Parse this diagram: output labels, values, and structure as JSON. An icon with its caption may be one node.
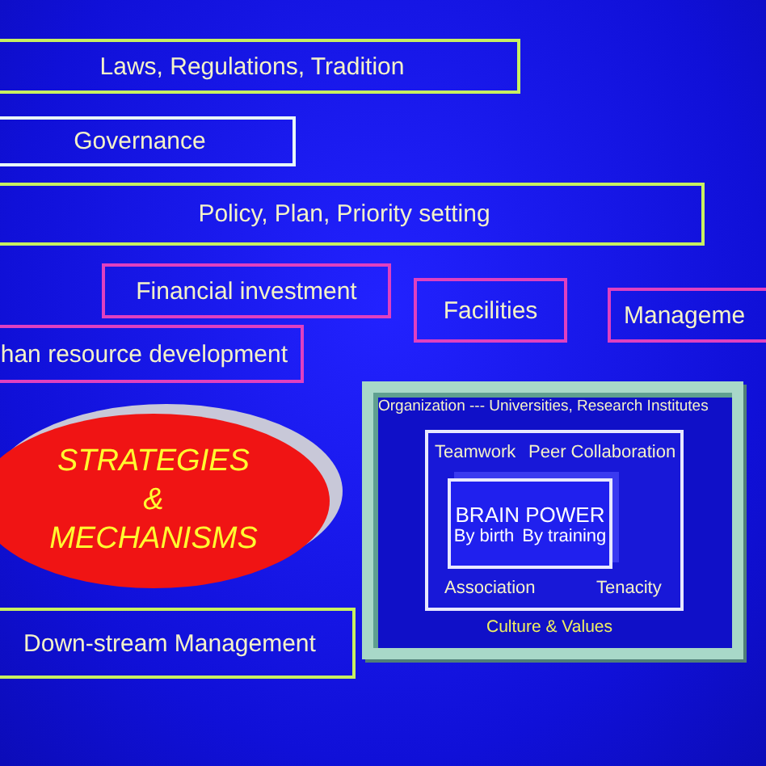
{
  "diagram": {
    "nodes": [
      {
        "text": [
          "Laws, Regulations, Tradition"
        ]
      },
      {
        "text": [
          "Governance"
        ]
      },
      {
        "text": [
          "Policy,  Plan,  Priority setting"
        ]
      },
      {
        "text": [
          "Financial investment"
        ]
      },
      {
        "text": [
          "Facilities"
        ]
      },
      {
        "text": [
          "Manageme"
        ]
      },
      {
        "text": [
          "han resource development"
        ]
      },
      {
        "text": [
          "STRATEGIES & MECHANISMS"
        ]
      },
      {
        "text": [
          "Organization --- Universities, Research Institutes",
          "Culture & Values"
        ]
      },
      {
        "text": [
          "Teamwork",
          "Peer Collaboration",
          "Association",
          "Tenacity"
        ],
        "in": 8
      },
      {
        "text": [
          "BRAIN POWER",
          "By birth",
          "By training"
        ],
        "in": 9
      },
      {
        "text": [
          "Down-stream Management"
        ]
      }
    ]
  }
}
